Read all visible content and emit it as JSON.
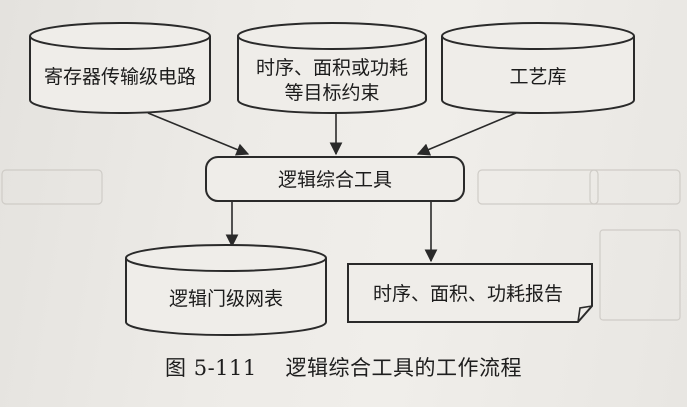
{
  "nodes": {
    "register_circuit": "寄存器传输级电路",
    "constraints_line1": "时序、面积或功耗",
    "constraints_line2": "等目标约束",
    "process_library": "工艺库",
    "synthesis_tool": "逻辑综合工具",
    "gate_netlist": "逻辑门级网表",
    "report": "时序、面积、功耗报告"
  },
  "caption": {
    "figure_number": "图 5-111",
    "title": "逻辑综合工具的工作流程"
  },
  "colors": {
    "stroke": "#2a2a2a",
    "text": "#1c1c1c",
    "paper": "#eceae6"
  }
}
